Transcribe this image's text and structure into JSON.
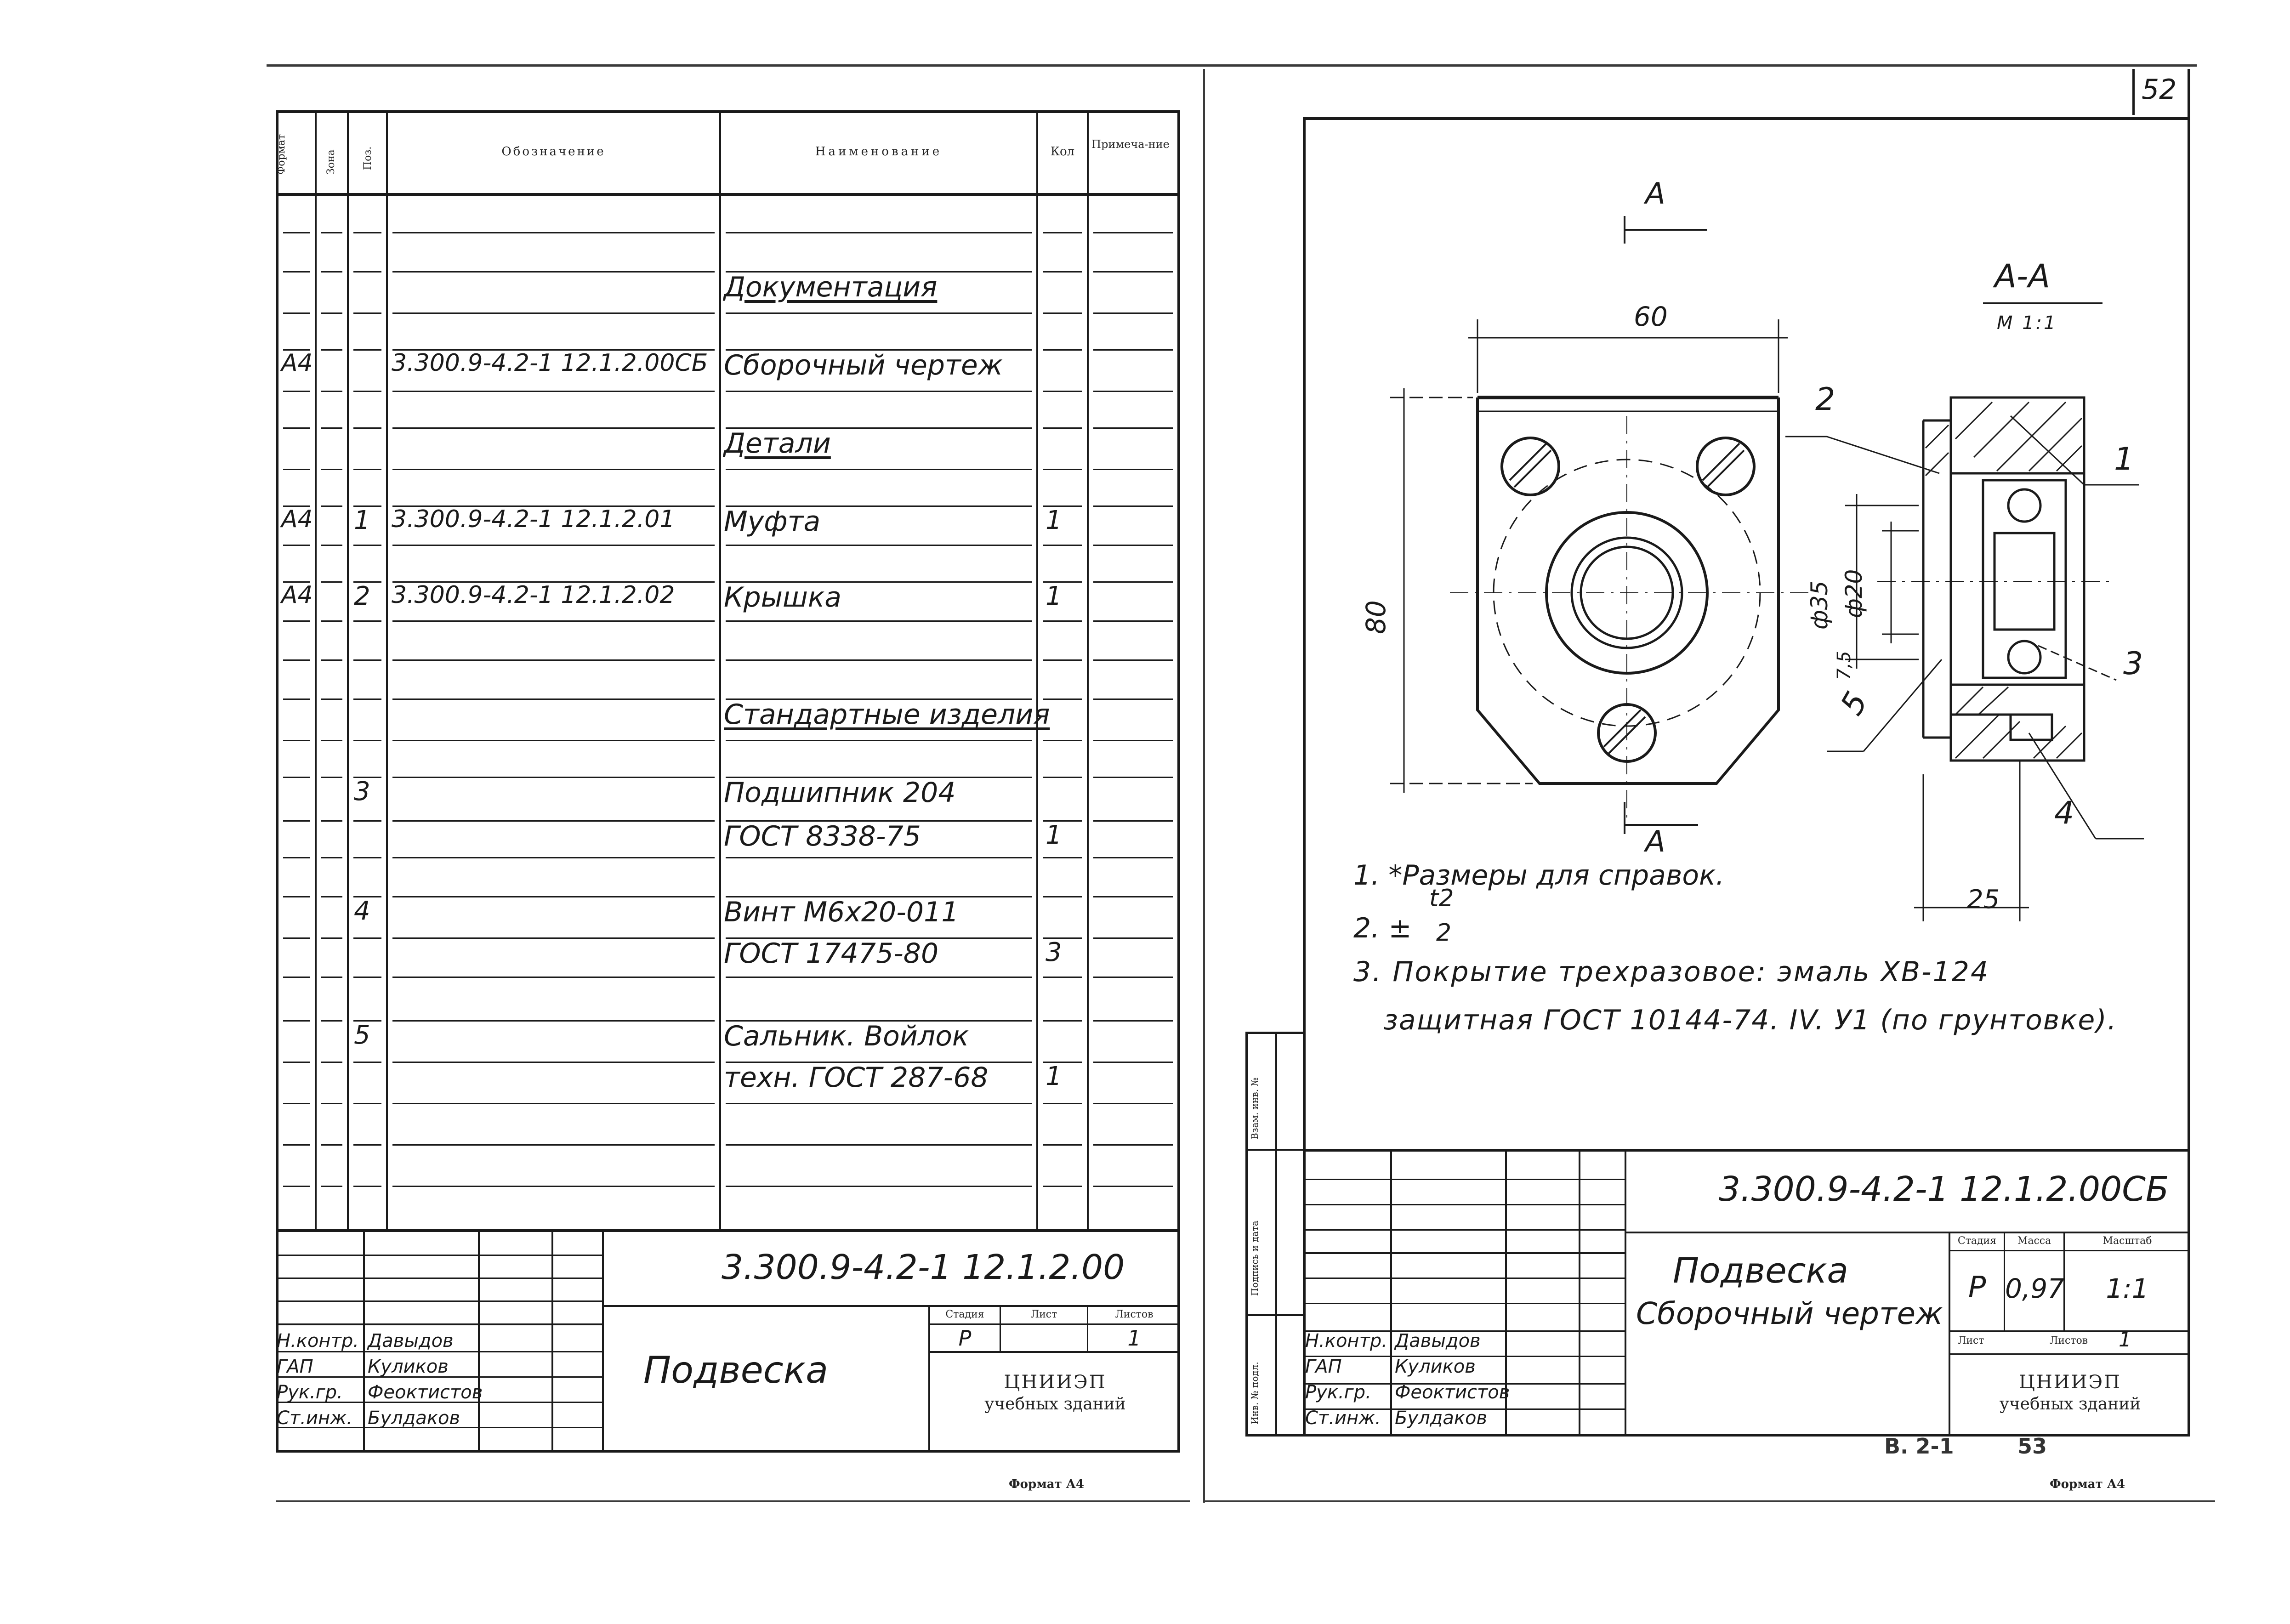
{
  "page_number": "52",
  "left_sheet": {
    "headers": {
      "format": "Формат",
      "zone": "Зона",
      "pos": "Поз.",
      "designation": "Обозначение",
      "name": "Наименование",
      "qty": "Кол",
      "note": "Примеча-ние"
    },
    "rows": [
      {
        "format": "",
        "pos": "",
        "designation": "",
        "name": "Документация",
        "qty": "",
        "underline": true
      },
      {
        "format": "А4",
        "pos": "",
        "designation": "3.300.9-4.2-1  12.1.2.00СБ",
        "name": "Сборочный чертеж",
        "qty": ""
      },
      {
        "format": "",
        "pos": "",
        "designation": "",
        "name": "Детали",
        "qty": "",
        "underline": true
      },
      {
        "format": "А4",
        "pos": "1",
        "designation": "3.300.9-4.2-1  12.1.2.01",
        "name": "Муфта",
        "qty": "1"
      },
      {
        "format": "А4",
        "pos": "2",
        "designation": "3.300.9-4.2-1  12.1.2.02",
        "name": "Крышка",
        "qty": "1"
      },
      {
        "format": "",
        "pos": "",
        "designation": "",
        "name": "Стандартные изделия",
        "qty": "",
        "underline": true
      },
      {
        "format": "",
        "pos": "3",
        "designation": "",
        "name": "Подшипник 204",
        "qty": ""
      },
      {
        "format": "",
        "pos": "",
        "designation": "",
        "name": "ГОСТ 8338-75",
        "qty": "1"
      },
      {
        "format": "",
        "pos": "4",
        "designation": "",
        "name": "Винт М6х20-011",
        "qty": ""
      },
      {
        "format": "",
        "pos": "",
        "designation": "",
        "name": "ГОСТ 17475-80",
        "qty": "3"
      },
      {
        "format": "",
        "pos": "5",
        "designation": "",
        "name": "Сальник. Войлок",
        "qty": ""
      },
      {
        "format": "",
        "pos": "",
        "designation": "",
        "name": "техн. ГОСТ 287-68",
        "qty": "1"
      }
    ],
    "title_block": {
      "doc_code": "3.300.9-4.2-1  12.1.2.00",
      "title": "Подвеска",
      "stage_label": "Стадия",
      "sheet_label": "Лист",
      "sheets_label": "Листов",
      "stage": "Р",
      "sheets": "1",
      "org_line1": "ЦНИИЭП",
      "org_line2": "учебных зданий",
      "roles": [
        "Н.контр.",
        "ГАП",
        "Рук.гр.",
        "Ст.инж."
      ],
      "names": [
        "Давыдов",
        "Куликов",
        "Феоктистов",
        "Булдаков"
      ]
    },
    "format_label": "Формат А4"
  },
  "right_sheet": {
    "view_label": "А",
    "section_label": "А-А",
    "section_scale": "М 1:1",
    "dims": {
      "width": "60",
      "height": "80",
      "d35": "ф35",
      "d20": "ф20",
      "d75": "7,5",
      "len25": "25"
    },
    "callouts": [
      "1",
      "2",
      "3",
      "4",
      "5"
    ],
    "notes": [
      "1. *Размеры для справок.",
      "2. ±",
      "3. Покрытие трехразовое: эмаль ХВ-124",
      "защитная   ГОСТ 10144-74. IV. У1 (по грунтовке)."
    ],
    "note2_frac_num": "t2",
    "note2_frac_den": "2",
    "side_labels": [
      "Взам. инв. №",
      "Подпись и дата",
      "Инв. № подл."
    ],
    "title_block": {
      "doc_code": "3.300.9-4.2-1  12.1.2.00СБ",
      "title_line1": "Подвеска",
      "title_line2": "Сборочный чертеж",
      "stage_label": "Стадия",
      "mass_label": "Масса",
      "scale_label": "Масштаб",
      "stage": "Р",
      "mass": "0,97",
      "scale": "1:1",
      "sheet_label": "Лист",
      "sheets_label": "Листов",
      "sheets": "1",
      "org_line1": "ЦНИИЭП",
      "org_line2": "учебных зданий",
      "roles": [
        "Н.контр.",
        "ГАП",
        "Рук.гр.",
        "Ст.инж."
      ],
      "names": [
        "Давыдов",
        "Куликов",
        "Феоктистов",
        "Булдаков"
      ]
    },
    "bottom_ref": "В. 2-1",
    "bottom_page": "53",
    "format_label": "Формат А4"
  }
}
